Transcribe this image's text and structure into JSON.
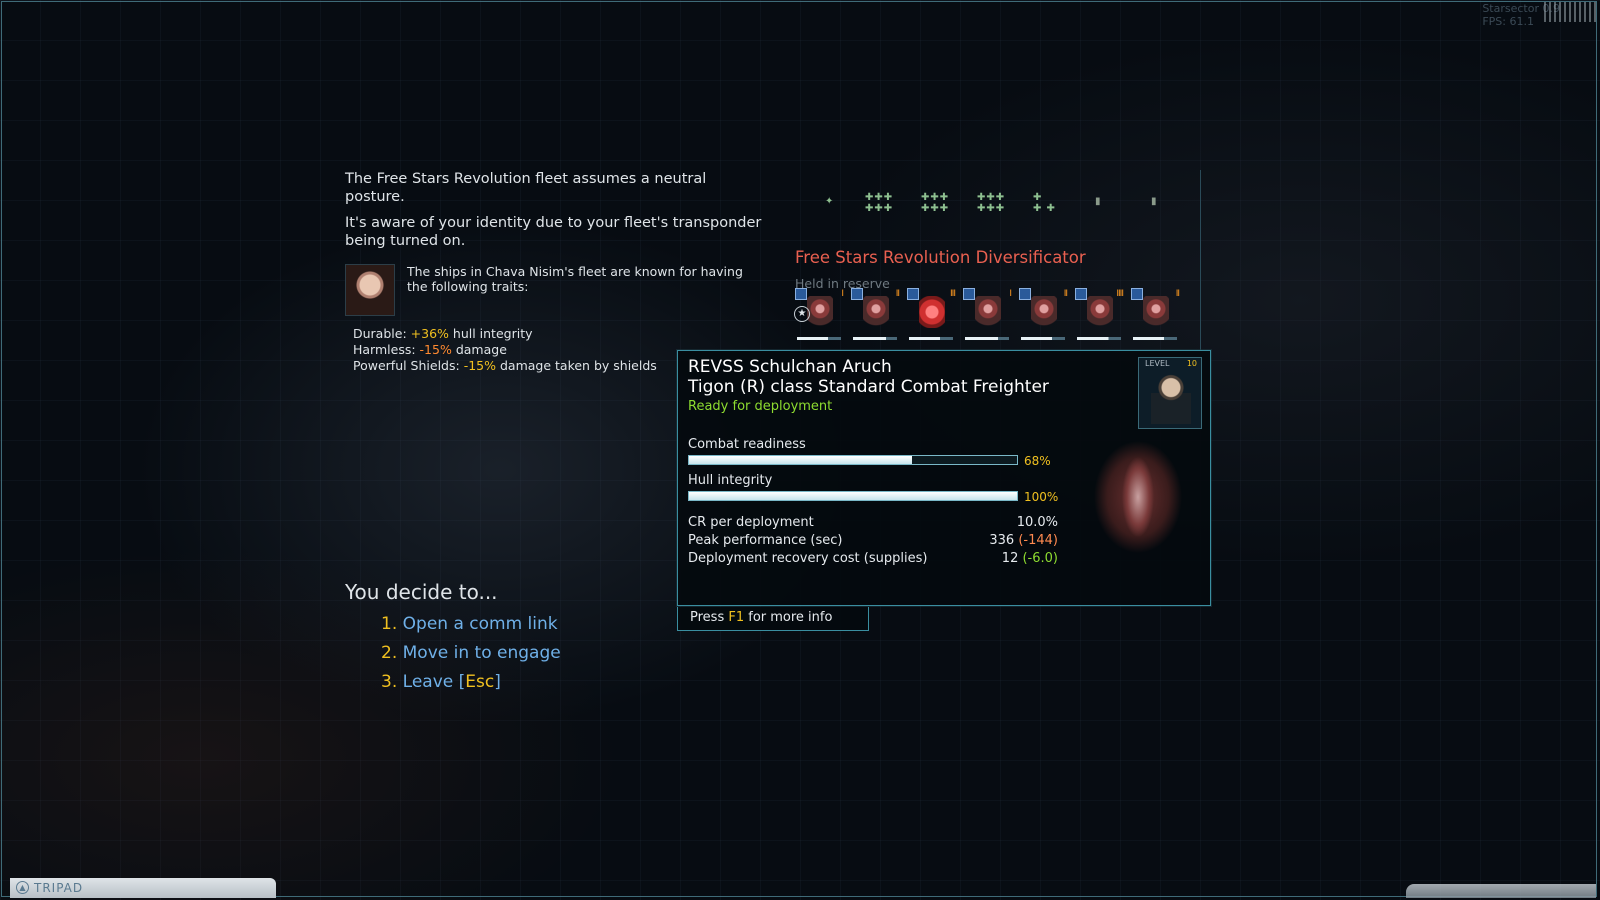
{
  "hud": {
    "game_title": "Starsector 0.9",
    "fps": "FPS: 61.1"
  },
  "dialog": {
    "para1": "The Free Stars Revolution fleet assumes a neutral posture.",
    "para2": "It's aware of your identity due to your fleet's transponder being turned on.",
    "officer_text": "The ships in Chava Nisim's fleet are known for having the following traits:",
    "traits": [
      {
        "name": "Durable:",
        "value": "+36%",
        "suffix": "hull integrity",
        "color": "yellow"
      },
      {
        "name": "Harmless:",
        "value": "-15%",
        "suffix": "damage",
        "color": "orange"
      },
      {
        "name": "Powerful Shields:",
        "value": "-15%",
        "suffix": "damage taken by shields",
        "color": "yellow"
      }
    ]
  },
  "decide": {
    "title": "You decide to...",
    "options": [
      {
        "num": "1.",
        "label": "Open a comm link"
      },
      {
        "num": "2.",
        "label": "Move in to engage"
      },
      {
        "num": "3.",
        "label": "Leave [",
        "hotkey": "Esc",
        "tail": "]"
      }
    ]
  },
  "fleet": {
    "title": "Free Stars Revolution Diversificator",
    "reserve_label": "Held in reserve",
    "ships": [
      {
        "pips": "I",
        "hot": false,
        "flagship": true,
        "cr": 0.7
      },
      {
        "pips": "II",
        "hot": false,
        "flagship": false,
        "cr": 0.75
      },
      {
        "pips": "III",
        "hot": true,
        "flagship": false,
        "cr": 0.7
      },
      {
        "pips": "I",
        "hot": false,
        "flagship": false,
        "cr": 0.75
      },
      {
        "pips": "II",
        "hot": false,
        "flagship": false,
        "cr": 0.7
      },
      {
        "pips": "IIII",
        "hot": false,
        "flagship": false,
        "cr": 0.72
      },
      {
        "pips": "II",
        "hot": false,
        "flagship": false,
        "cr": 0.7
      }
    ]
  },
  "tooltip": {
    "ship_name": "REVSS Schulchan Aruch",
    "ship_class": "Tigon (R) class Standard Combat Freighter",
    "status": "Ready for deployment",
    "level_label": "LEVEL",
    "level_value": "10",
    "combat_readiness": {
      "label": "Combat readiness",
      "value": 0.68,
      "text": "68%"
    },
    "hull_integrity": {
      "label": "Hull integrity",
      "value": 1.0,
      "text": "100%"
    },
    "stats": [
      {
        "label": "CR per deployment",
        "value": "10.0%",
        "delta": "",
        "delta_type": ""
      },
      {
        "label": "Peak performance (sec)",
        "value": "336",
        "delta": "(-144)",
        "delta_type": "neg"
      },
      {
        "label": "Deployment recovery cost (supplies)",
        "value": "12",
        "delta": "(-6.0)",
        "delta_type": "pos"
      }
    ],
    "footer_pre": "Press ",
    "footer_key": "F1",
    "footer_post": " for more info"
  },
  "bottom": {
    "logo_text": "TRIPAD"
  },
  "colors": {
    "accent_blue": "#6fb0e8",
    "highlight_yellow": "#f0c020",
    "fleet_red": "#e96050",
    "ready_green": "#8edc30",
    "frame_teal": "#3a8ea0"
  }
}
